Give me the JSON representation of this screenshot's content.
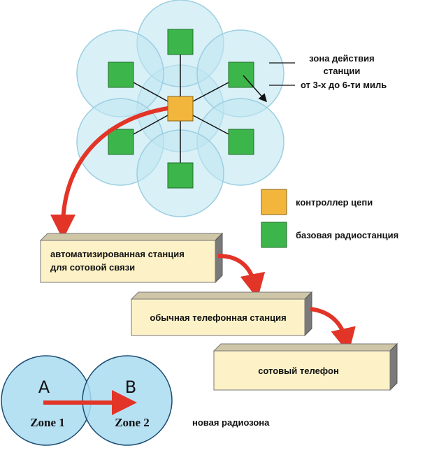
{
  "coverage": {
    "label_line1": "зона действия",
    "label_line2": "станции",
    "label_line3": "от 3-х до 6-ти миль"
  },
  "legend": {
    "controller": "контроллер цепи",
    "base_station": "базовая радиостанция"
  },
  "boxes": {
    "exchange_line1": "автоматизированная  станция",
    "exchange_line2": "для сотовой связи",
    "phone_exchange": "обычная телефонная станция",
    "cell_phone": "сотовый телефон"
  },
  "zones": {
    "a_letter": "A",
    "b_letter": "B",
    "a_name": "Zone 1",
    "b_name": "Zone 2",
    "caption": "новая радиозона"
  },
  "colors": {
    "cell_fill": "#bfe6f2",
    "cell_stroke": "#9ccfe2",
    "station": "#3cb54a",
    "controller": "#f2b63c",
    "box_face": "#fdf2c7",
    "box_side": "#7a7a7a",
    "arrow": "#e23427",
    "zone_fill": "#a9dcf1"
  }
}
